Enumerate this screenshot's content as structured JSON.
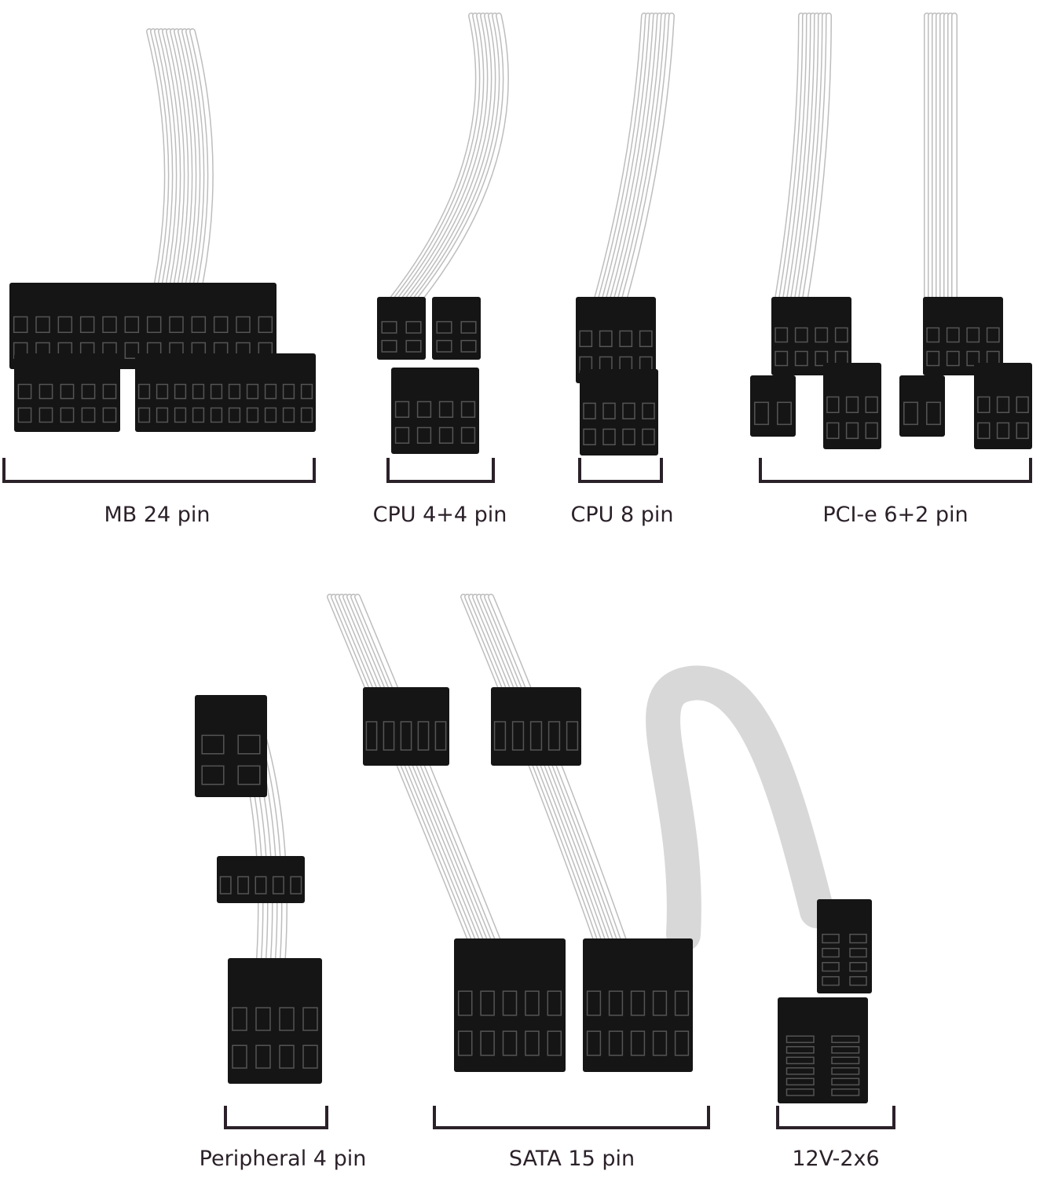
{
  "colors": {
    "connector": "#151515",
    "cable": "#ffffff",
    "cable_outline": "#bdbdbd",
    "bracket": "#2b2129",
    "text": "#2b2129"
  },
  "top_row": [
    {
      "label": "MB 24 pin"
    },
    {
      "label": "CPU 4+4 pin"
    },
    {
      "label": "CPU 8 pin"
    },
    {
      "label": "PCI-e 6+2 pin"
    }
  ],
  "bottom_row": [
    {
      "label": "Peripheral 4 pin"
    },
    {
      "label": "SATA 15 pin"
    },
    {
      "label": "12V-2x6"
    }
  ]
}
